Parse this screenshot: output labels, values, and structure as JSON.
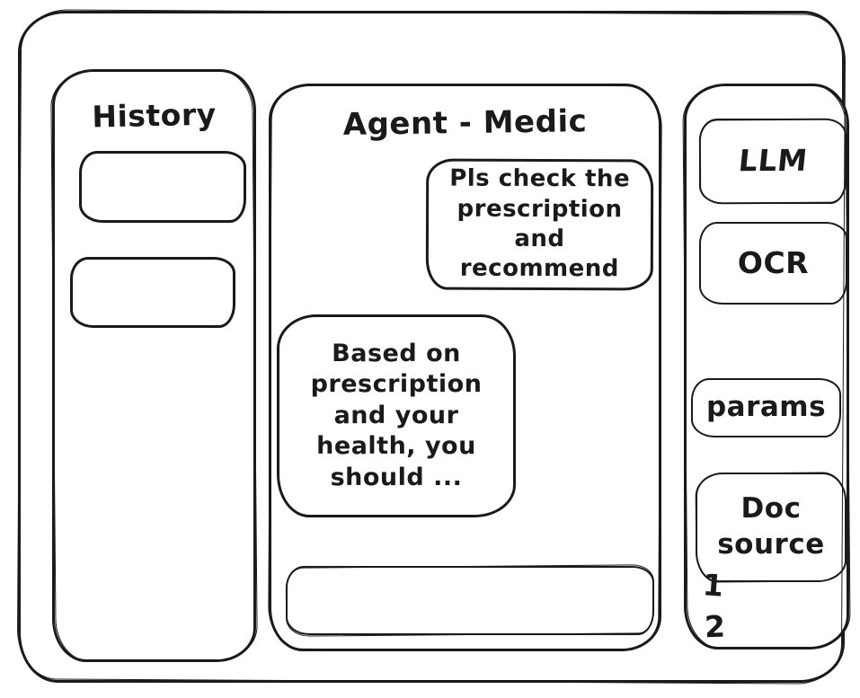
{
  "colors": {
    "ink": "#1a1a1a",
    "background": "#ffffff"
  },
  "sidebar_left": {
    "title": "History",
    "items_count": 2
  },
  "chat": {
    "title": "Agent - Medic",
    "messages": [
      {
        "role": "user",
        "text": "Pls check the prescription and recommend"
      },
      {
        "role": "agent",
        "text": "Based on prescription and your health, you should ..."
      }
    ],
    "input_value": ""
  },
  "sidebar_right": {
    "llm_label": "LLM",
    "ocr_label": "OCR",
    "params_label": "params",
    "doc_source_label": "Doc source",
    "doc_items": [
      "1",
      "2"
    ]
  }
}
